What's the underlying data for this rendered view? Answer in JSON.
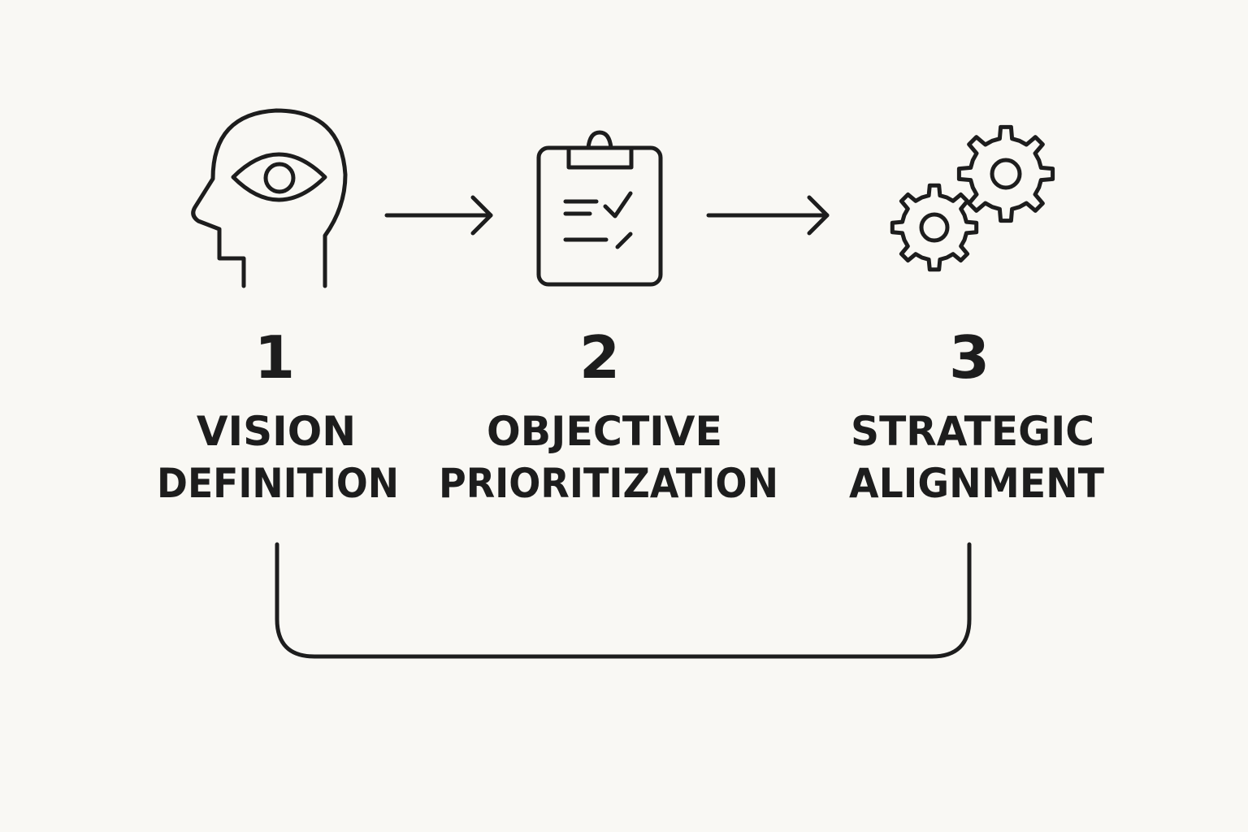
{
  "colors": {
    "background": "#f9f8f4",
    "ink": "#1d1d1d"
  },
  "steps": [
    {
      "number": "1",
      "title_line1": "VISION",
      "title_line2": "DEFINITION",
      "icon": "head-eye-icon"
    },
    {
      "number": "2",
      "title_line1": "OBJECTIVE",
      "title_line2": "PRIORITIZATION",
      "icon": "clipboard-checklist-icon"
    },
    {
      "number": "3",
      "title_line1": "STRATEGIC",
      "title_line2": "ALIGNMENT",
      "icon": "gears-icon"
    }
  ],
  "connectors": [
    {
      "from": "1",
      "to": "2",
      "icon": "arrow-right-icon"
    },
    {
      "from": "2",
      "to": "3",
      "icon": "arrow-right-icon"
    },
    {
      "from": "3",
      "to": "1",
      "icon": "feedback-loop-bracket"
    }
  ]
}
